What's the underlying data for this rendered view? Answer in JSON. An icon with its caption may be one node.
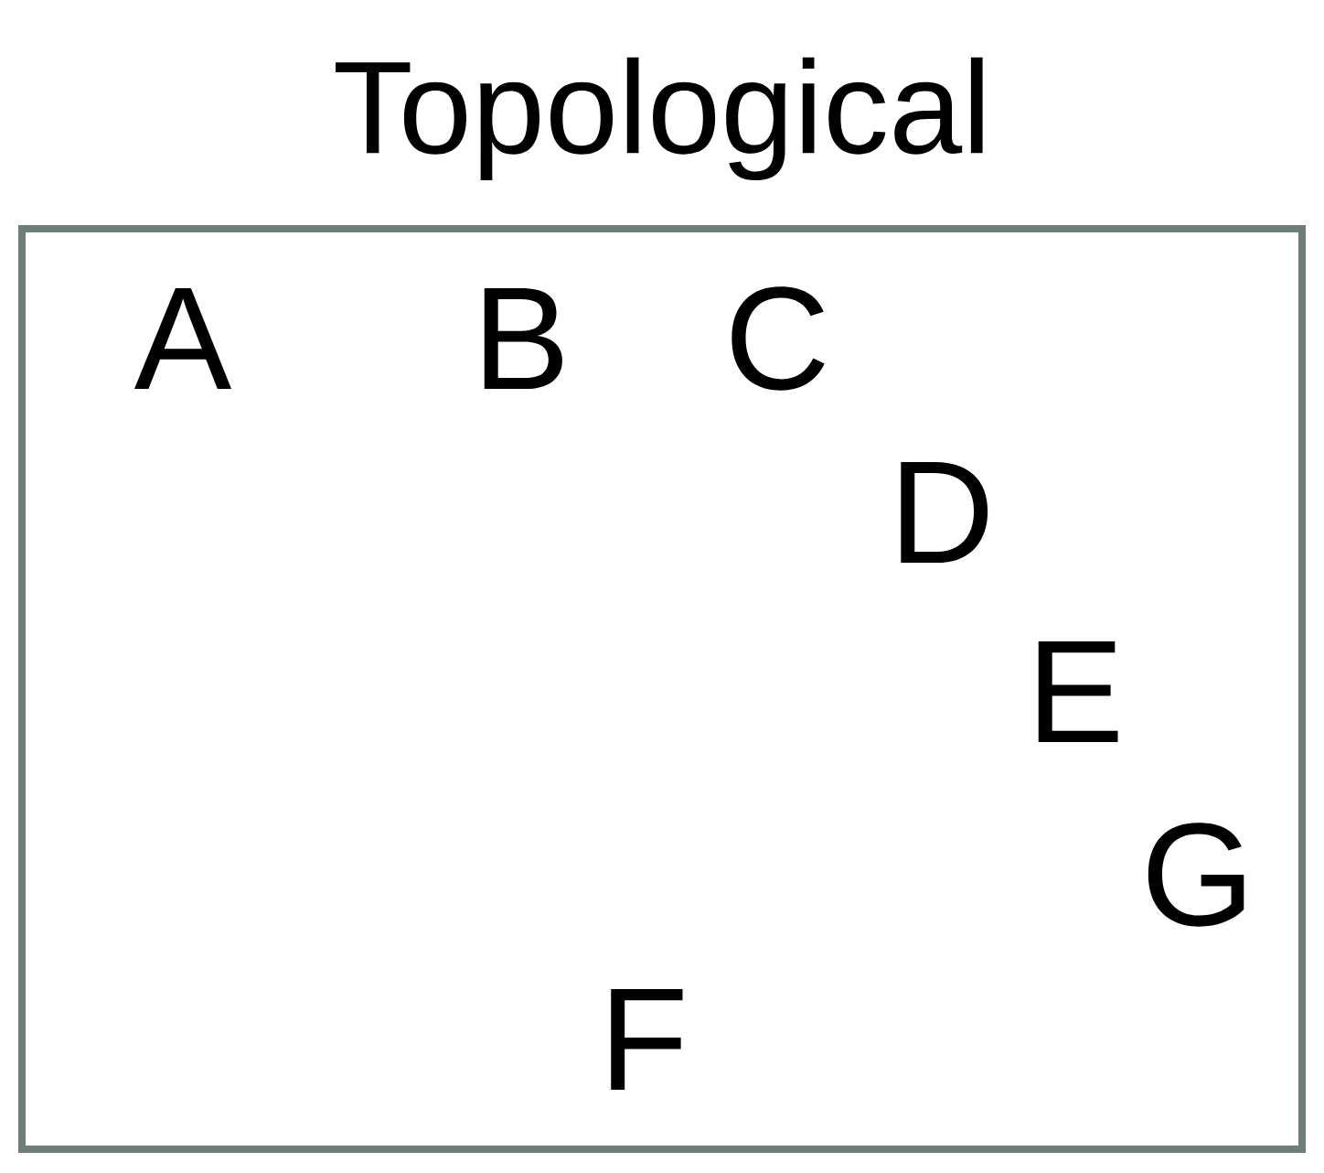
{
  "diagram": {
    "title": "Topological",
    "labels": [
      "A",
      "B",
      "C",
      "D",
      "E",
      "G",
      "F"
    ]
  }
}
